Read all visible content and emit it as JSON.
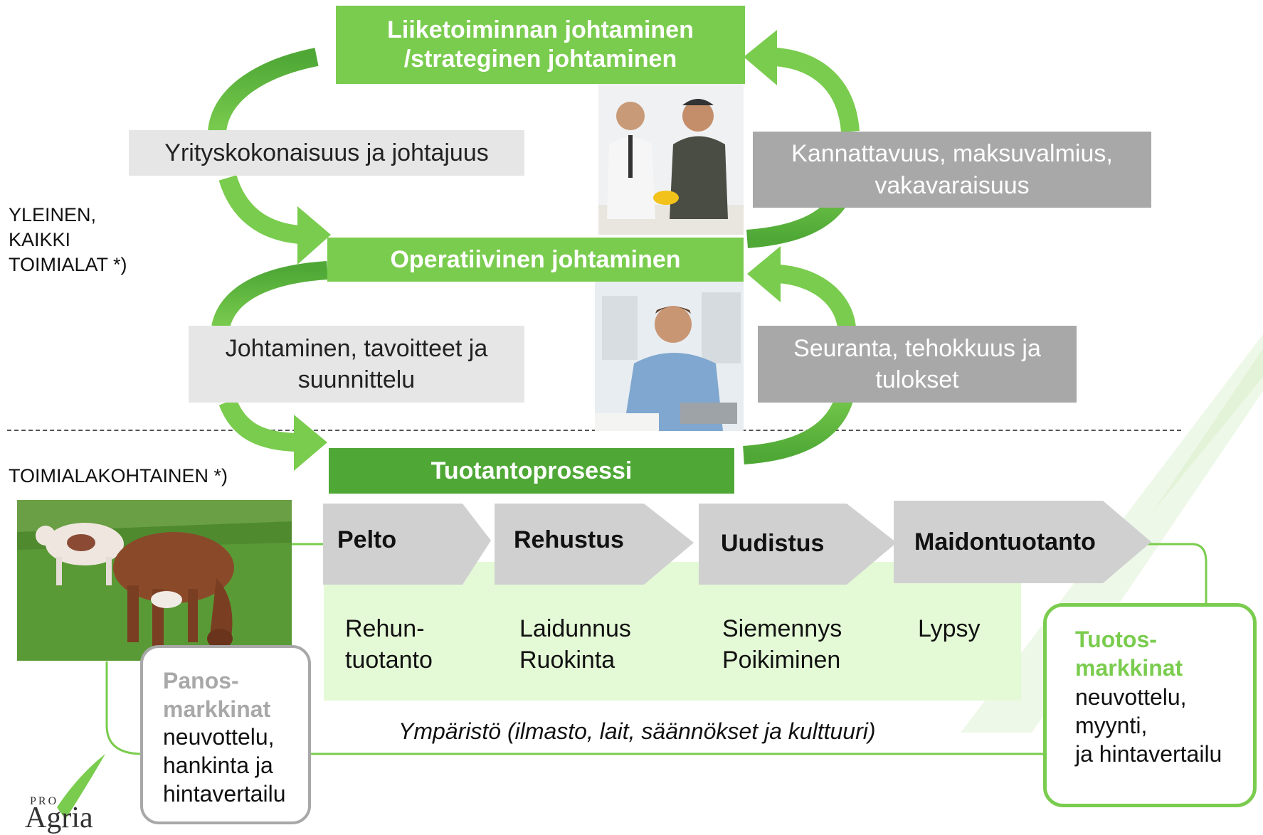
{
  "left_labels": {
    "general": "YLEINEN,\nKAIKKI\nTOIMIALAT *)",
    "industry": "TOIMIALAKOHTAINEN *)"
  },
  "boxes": {
    "strategic": "Liiketoiminnan johtaminen\n/strateginen johtaminen",
    "operative": "Operatiivinen johtaminen",
    "production": "Tuotantoprosessi"
  },
  "side_boxes": {
    "top_left": "Yrityskokonaisuus ja johtajuus",
    "top_right": "Kannattavuus, maksuvalmius,\nvakavaraisuus",
    "mid_left": "Johtaminen, tavoitteet ja\nsuunnittelu",
    "mid_right": "Seuranta, tehokkuus ja\ntulokset"
  },
  "process": {
    "steps": [
      "Pelto",
      "Rehustus",
      "Uudistus",
      "Maidontuotanto"
    ],
    "details": [
      "Rehun-\ntuotanto",
      "Laidunnus\nRuokinta",
      "Siemennys\nPoikiminen",
      "Lypsy"
    ]
  },
  "markets": {
    "input_title": "Panos-\nmarkkinat",
    "input_text": "neuvottelu,\nhankinta ja\nhintavertailu",
    "output_title": "Tuotos-\nmarkkinat",
    "output_text": "neuvottelu,\nmyynti,\nja hintavertailu"
  },
  "environment": "Ympäristö (ilmasto, lait, säännökset ja kulttuuri)",
  "logo": {
    "small": "PRO",
    "name": "Agria"
  },
  "colors": {
    "green": "#7acc4e",
    "dark_green": "#4fa836",
    "light_green_bg": "#e4f9d6",
    "gray": "#a8a8a8",
    "light_gray": "#e6e6e6"
  }
}
